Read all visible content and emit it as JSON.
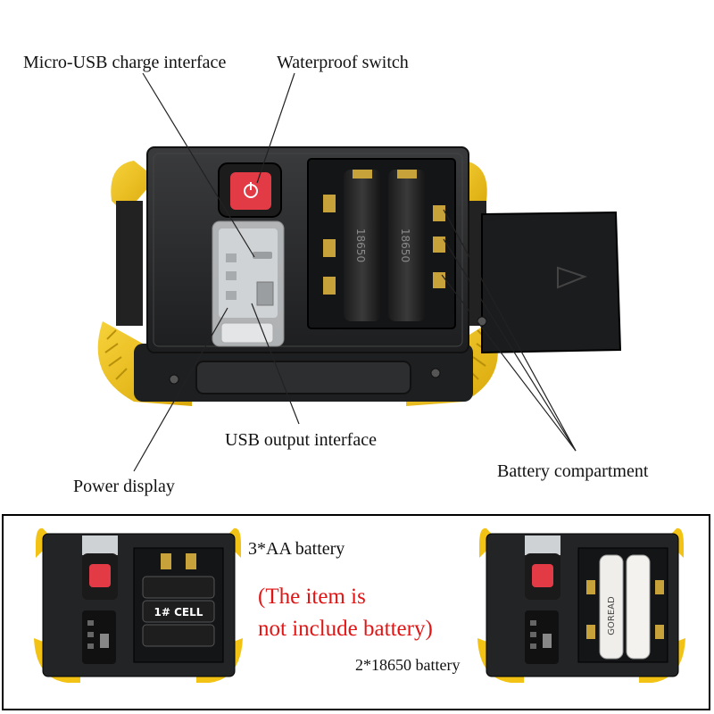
{
  "labels": {
    "micro_usb": "Micro-USB charge interface",
    "waterproof_switch": "Waterproof switch",
    "usb_output": "USB output interface",
    "power_display": "Power display",
    "battery_compartment": "Battery compartment"
  },
  "bottom": {
    "aa_label": "3*AA battery",
    "note_line1": "(The item is",
    "note_line2": "not include battery)",
    "cells_label": "2*18650 battery",
    "aa_print": "1# CELL",
    "cell_brand": "GOREAD"
  },
  "battery_print": "18650",
  "colors": {
    "housing": "#2b2c2e",
    "bumper": "#f2c314",
    "switch": "#e23b45",
    "note": "#e01515"
  }
}
